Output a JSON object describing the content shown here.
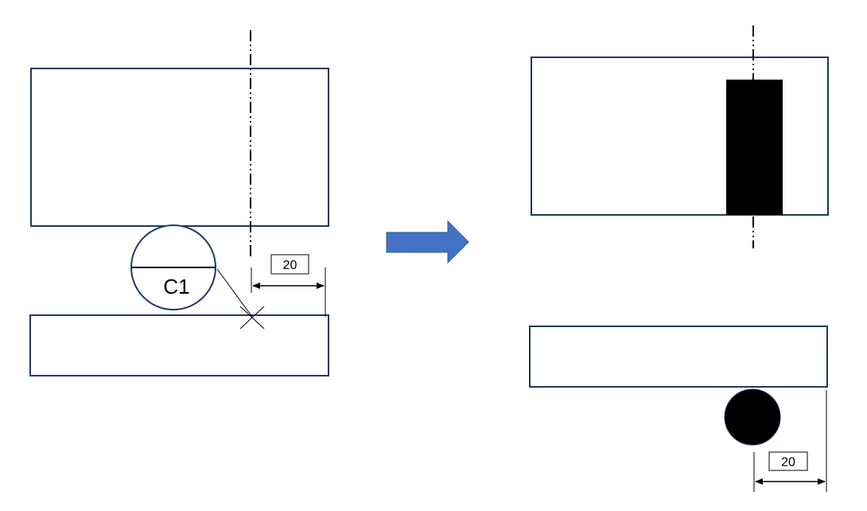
{
  "before": {
    "callout_label": "C1",
    "dimension_label": "20"
  },
  "after": {
    "dimension_label": "20"
  },
  "arrow": {
    "color": "#4472c4",
    "border_color": "#2f5597"
  },
  "colors": {
    "plate_outline": "#1f3864",
    "weld_fill": "#000000"
  }
}
